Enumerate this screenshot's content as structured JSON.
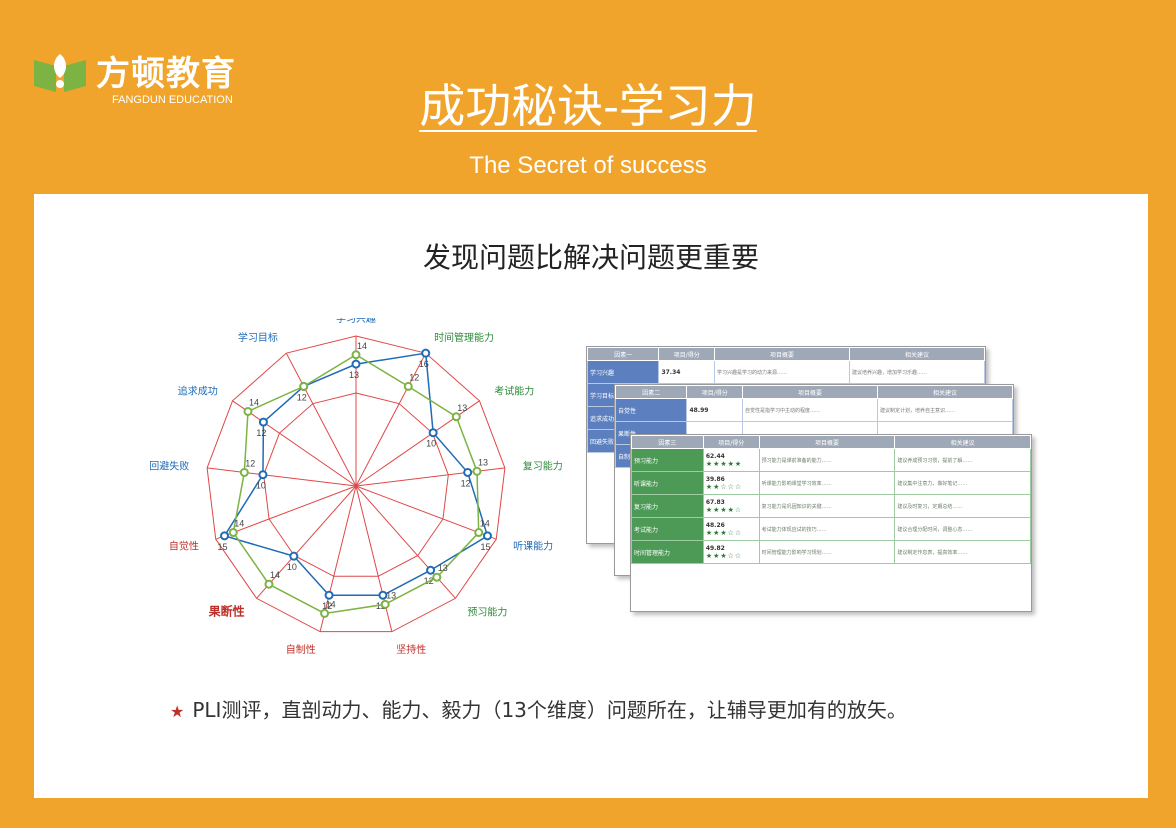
{
  "brand": {
    "name": "方顿教育",
    "sub": "FANGDUN EDUCATION",
    "colors": {
      "background": "#f0a42c",
      "text": "#ffffff"
    }
  },
  "header": {
    "title": "成功秘诀-学习力",
    "subtitle": "The Secret of success"
  },
  "panel": {
    "title": "发现问题比解决问题更重要",
    "bullet_icon": "star-icon",
    "bullet_text": "PLI测评，直剖动力、能力、毅力（13个维度）问题所在，让辅导更加有的放矢。"
  },
  "chart_data": {
    "type": "radar",
    "categories": [
      "学习兴趣",
      "时间管理能力",
      "考试能力",
      "复习能力",
      "听课能力",
      "预习能力",
      "坚持性",
      "自制性",
      "果断性",
      "自觉性",
      "回避失败",
      "追求成功",
      "学习目标"
    ],
    "category_colors": [
      "#1f6bb5",
      "#2f8a3a",
      "#2f8a3a",
      "#2f8a3a",
      "#1f6bb5",
      "#2f8a3a",
      "#c0302a",
      "#c0302a",
      "#c0302a",
      "#c0302a",
      "#1f6bb5",
      "#1f6bb5",
      "#1f6bb5"
    ],
    "emphasized_category": "果断性",
    "scale_max": 16,
    "series": [
      {
        "color": "#1f6bb5",
        "values": [
          13,
          16,
          10,
          12,
          15,
          12,
          12,
          12,
          10,
          15,
          10,
          12,
          12
        ],
        "labels": [
          "13",
          "16",
          "10",
          "12",
          "15",
          "12",
          "12",
          "12",
          "10",
          "15",
          "10",
          "12",
          "12"
        ]
      },
      {
        "color": "#7cb342",
        "values": [
          14,
          12,
          13,
          13,
          14,
          13,
          13,
          14,
          14,
          14,
          12,
          14,
          12
        ],
        "labels": [
          "14",
          "12",
          "13",
          "13",
          "14",
          "13",
          "13",
          "14",
          "14",
          "14",
          "12",
          "14",
          ""
        ]
      }
    ],
    "grid_color": "#e04848"
  },
  "tables": [
    {
      "headers": [
        "因素一",
        "项目/得分",
        "项目概要",
        "相关建议"
      ],
      "rows": [
        {
          "label": "学习兴趣",
          "score": "37.34",
          "summary": "学习兴趣是学习的动力来源……",
          "advice": "建议培养兴趣，增加学习乐趣……"
        },
        {
          "label": "学习目标",
          "score": "",
          "summary": "",
          "advice": ""
        },
        {
          "label": "追求成功",
          "score": "",
          "summary": "",
          "advice": ""
        },
        {
          "label": "回避失败",
          "score": "",
          "summary": "",
          "advice": ""
        }
      ]
    },
    {
      "headers": [
        "因素二",
        "项目/得分",
        "项目概要",
        "相关建议"
      ],
      "rows": [
        {
          "label": "自觉性",
          "score": "48.99",
          "summary": "自觉性是指学习中主动的程度……",
          "advice": "建议制定计划，培养自主意识……"
        },
        {
          "label": "果断性",
          "score": "",
          "summary": "",
          "advice": ""
        },
        {
          "label": "自制性",
          "score": "",
          "summary": "",
          "advice": ""
        }
      ]
    },
    {
      "headers": [
        "因素三",
        "项目/得分",
        "项目概要",
        "相关建议"
      ],
      "rows": [
        {
          "label": "预习能力",
          "score": "62.44",
          "stars": "★★★★★",
          "summary": "预习能力是课前准备的能力……",
          "advice": "建议养成预习习惯，提前了解……"
        },
        {
          "label": "听课能力",
          "score": "39.86",
          "stars": "★★☆☆☆",
          "summary": "听课能力影响课堂学习效率……",
          "advice": "建议集中注意力，做好笔记……"
        },
        {
          "label": "复习能力",
          "score": "67.83",
          "stars": "★★★★☆",
          "summary": "复习能力是巩固知识的关键……",
          "advice": "建议及时复习，定期总结……"
        },
        {
          "label": "考试能力",
          "score": "48.26",
          "stars": "★★★☆☆",
          "summary": "考试能力体现应试的技巧……",
          "advice": "建议合理分配时间，调整心态……"
        },
        {
          "label": "时间管理能力",
          "score": "49.82",
          "stars": "★★★☆☆",
          "summary": "时间管理能力影响学习规划……",
          "advice": "建议制定作息表，提高效率……"
        }
      ]
    }
  ]
}
